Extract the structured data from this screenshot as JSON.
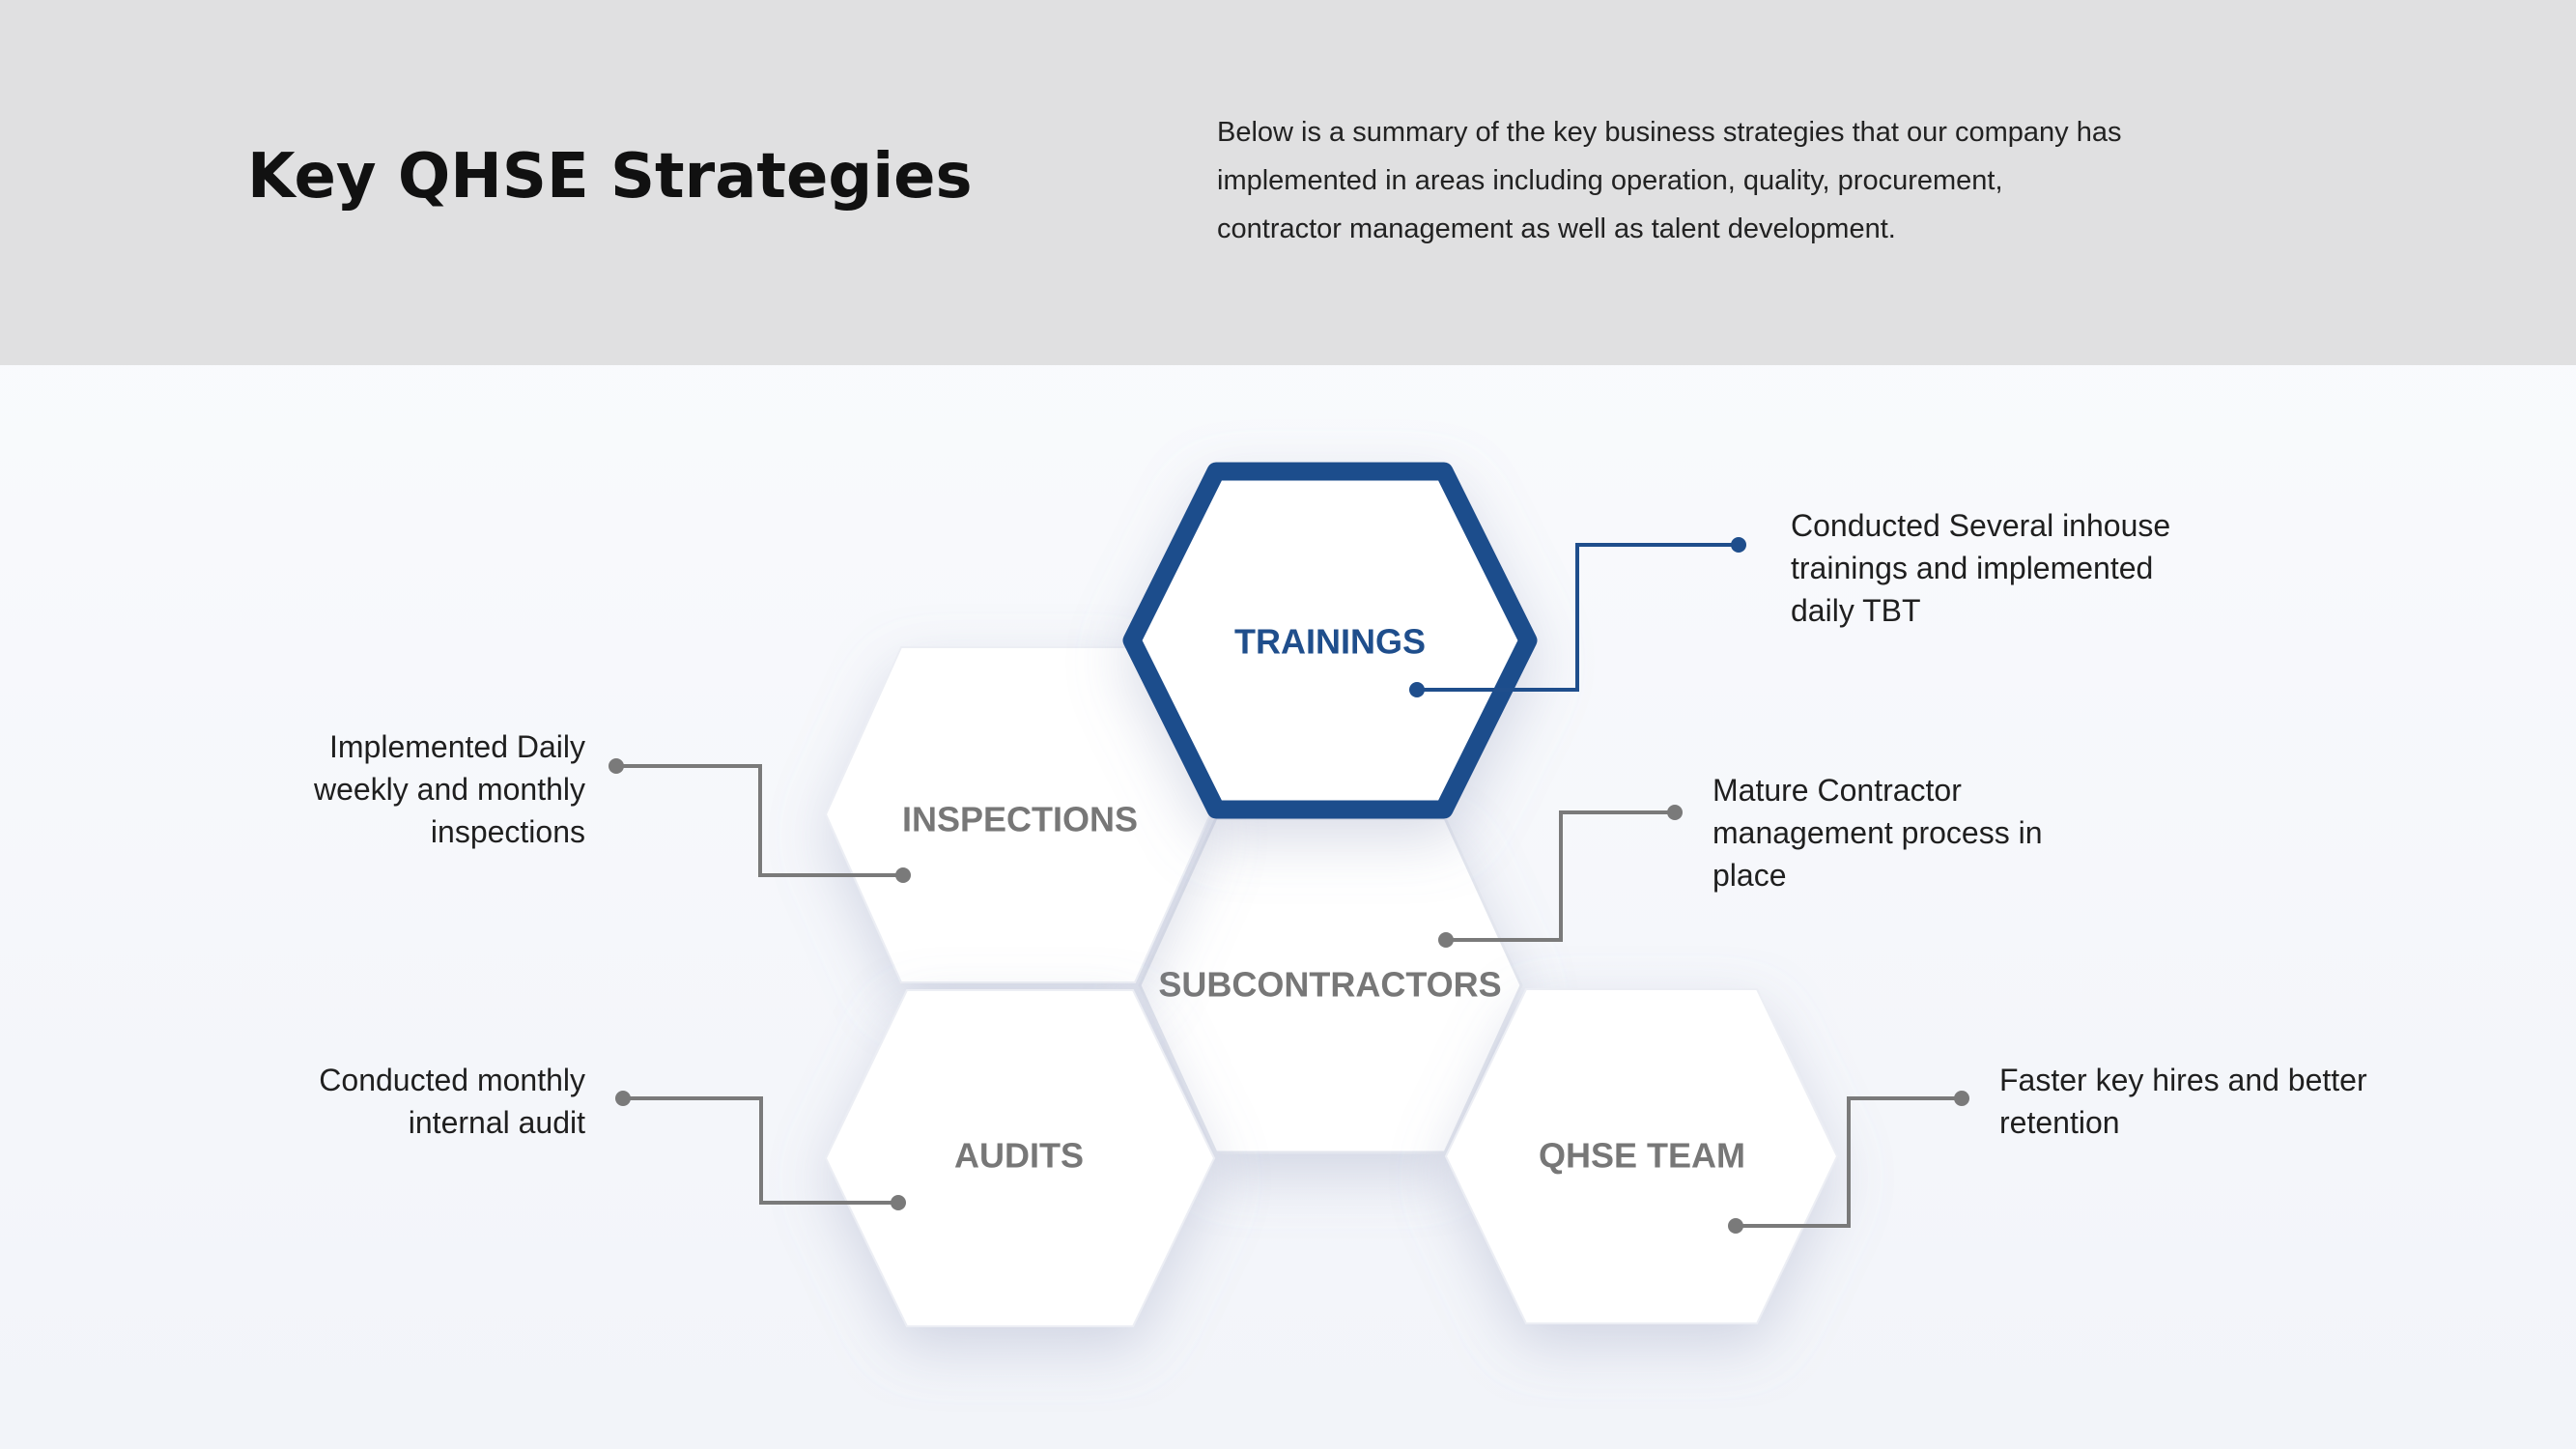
{
  "header": {
    "title": "Key QHSE Strategies",
    "summary": "Below is a summary of the key business strategies that our company has implemented  in areas including operation, quality, procurement, contractor management as well as talent development."
  },
  "strategies": [
    {
      "label": "TRAININGS",
      "description": "Conducted Several inhouse trainings and implemented daily TBT",
      "highlighted": true
    },
    {
      "label": "INSPECTIONS",
      "description": "Implemented Daily weekly and monthly inspections",
      "highlighted": false
    },
    {
      "label": "SUBCONTRACTORS",
      "description": "Mature Contractor management process in place",
      "highlighted": false
    },
    {
      "label": "AUDITS",
      "description": "Conducted monthly internal audit",
      "highlighted": false
    },
    {
      "label": "QHSE TEAM",
      "description": "Faster key hires and better retention",
      "highlighted": false
    }
  ],
  "colors": {
    "header_background": "#e0e0e1",
    "accent": "#1f4e8c",
    "muted_label": "#777777",
    "connector": "#7a7a7a"
  }
}
